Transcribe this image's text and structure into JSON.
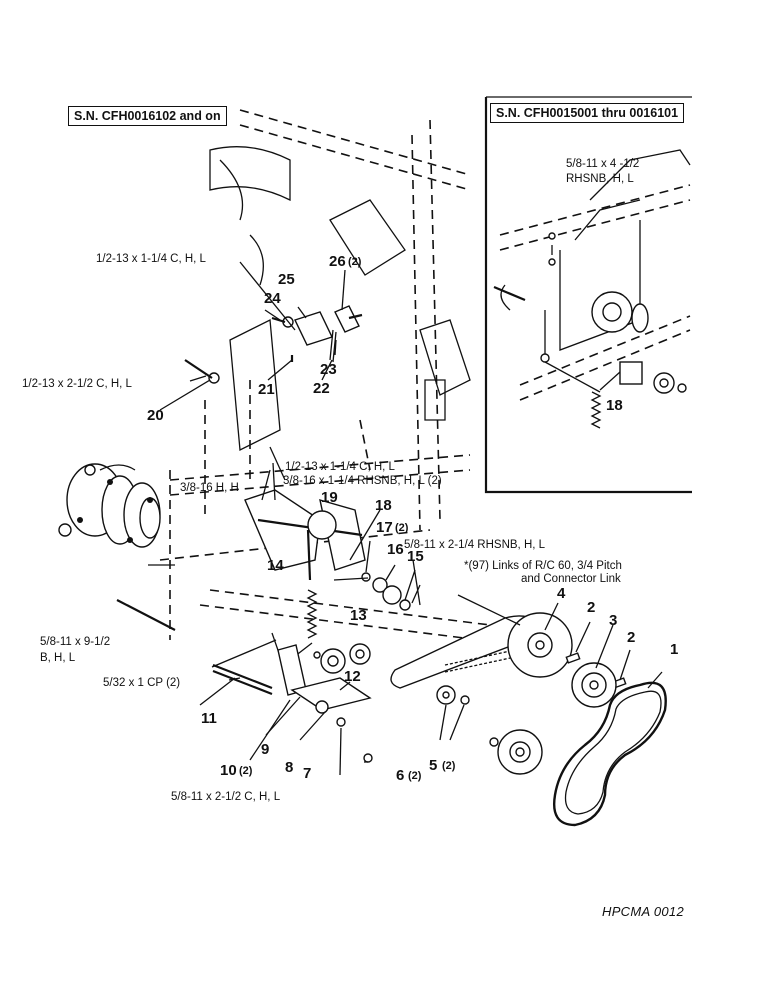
{
  "inset_box_left": "S.N. CFH0016102 and on",
  "inset_box_right": "S.N. CFH0015001 thru 0016101",
  "footer_code": "HPCMA 0012",
  "callouts": {
    "c_1": "1",
    "c_2a": "2",
    "c_2b": "2",
    "c_3": "3",
    "c_4": "4",
    "c_5": "5",
    "c_6": "6",
    "c_7": "7",
    "c_8": "8",
    "c_9": "9",
    "c_10": "10",
    "c_11": "11",
    "c_12": "12",
    "c_13": "13",
    "c_14": "14",
    "c_15": "15",
    "c_16": "16",
    "c_17": "17",
    "c_18": "18",
    "c_18b": "18",
    "c_19": "19",
    "c_20": "20",
    "c_21": "21",
    "c_22": "22",
    "c_23": "23",
    "c_24": "24",
    "c_25": "25",
    "c_26": "26"
  },
  "quantities": {
    "q_26": "(2)",
    "q_17": "(2)",
    "q_10": "(2)",
    "q_6": "(2)",
    "q_5": "(2)"
  },
  "hardware_labels": {
    "h_1": "1/2-13 x 1-1/4 C, H, L",
    "h_2": "1/2-13 x 2-1/2 C, H, L",
    "h_3": "1/2-13 x 1-1/4 C, H, L",
    "h_4": "3/8-16 H, H",
    "h_5": "3/8-16 x 1-1/4 RHSNB, H, L (2)",
    "h_6": "5/8-11 x 2-1/4 RHSNB, H, L",
    "h_7a": "*(97) Links of R/C 60, 3/4 Pitch",
    "h_7b": "and Connector Link",
    "h_8a": "5/8-11 x 9-1/2",
    "h_8b": "B, H, L",
    "h_9": "5/32 x 1 CP (2)",
    "h_10": "5/8-11 x 2-1/2 C, H, L",
    "h_11a": "5/8-11 x 4 -1/2",
    "h_11b": "RHSNB, H, L"
  }
}
